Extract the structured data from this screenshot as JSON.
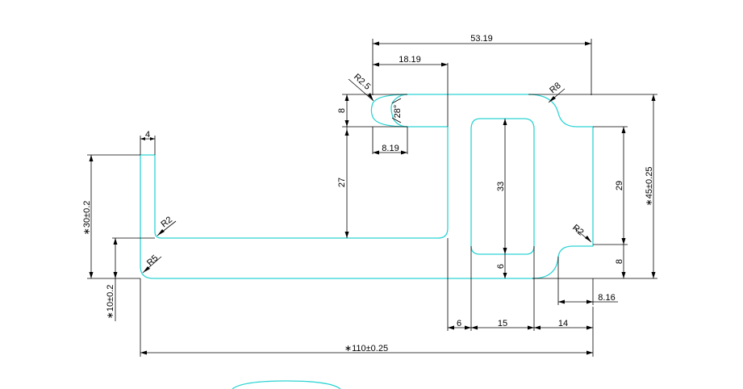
{
  "colors": {
    "profile": "#2fd3d3",
    "dimension": "#000000",
    "background": "#ffffff"
  },
  "dimensions": {
    "overall_length": "∗110±0.25",
    "top_width": "53.19",
    "slot_offset": "18.19",
    "slot_depth": "8.19",
    "radius_slot": "R2.5",
    "slot_angle": "28°",
    "radius_top_right": "R8",
    "slot_height": "8",
    "left_upright_width": "4",
    "left_height": "∗30±0.2",
    "radius_inner_left": "R2",
    "radius_outer_left": "R5",
    "base_height": "∗10±0.2",
    "mid_height": "27",
    "window_height": "33",
    "window_bottom": "6",
    "right_height": "29",
    "overall_height": "∗45±0.25",
    "radius_lower_right": "R2",
    "right_bottom": "8",
    "lug_length": "8.16",
    "bottom_left_gap": "6",
    "window_width": "15",
    "right_leg": "14"
  }
}
